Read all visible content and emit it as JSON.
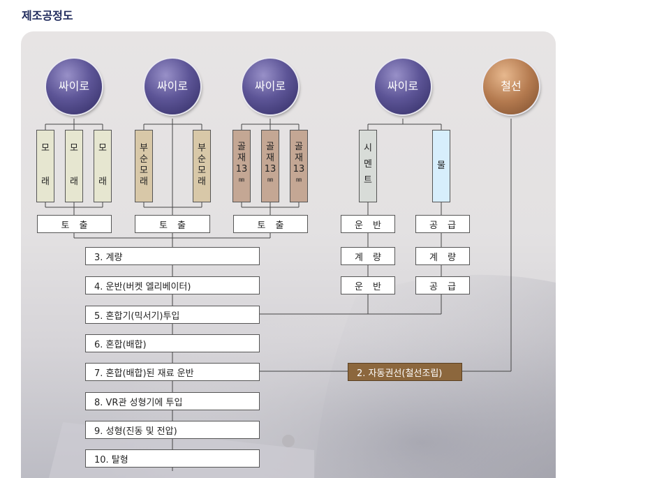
{
  "title": "제조공정도",
  "silos": [
    {
      "label": "싸이로"
    },
    {
      "label": "싸이로"
    },
    {
      "label": "싸이로"
    },
    {
      "label": "싸이로"
    },
    {
      "label": "철선"
    }
  ],
  "materials": {
    "sand": [
      {
        "top": "모",
        "bottom": "래"
      },
      {
        "top": "모",
        "bottom": "래"
      },
      {
        "top": "모",
        "bottom": "래"
      }
    ],
    "mixed_sand": [
      {
        "chars": [
          "부",
          "순",
          "모",
          "래"
        ]
      },
      {
        "chars": [
          "부",
          "순",
          "모",
          "래"
        ]
      }
    ],
    "aggregate": [
      {
        "chars": [
          "골",
          "재",
          "13"
        ],
        "unit": "㎜"
      },
      {
        "chars": [
          "골",
          "재",
          "13"
        ],
        "unit": "㎜"
      },
      {
        "chars": [
          "골",
          "재",
          "13"
        ],
        "unit": "㎜"
      }
    ],
    "cement": [
      "시",
      "멘",
      "트"
    ],
    "water": "물"
  },
  "discharge": [
    "토출",
    "토출",
    "토출"
  ],
  "cement_steps": [
    "운반",
    "계량",
    "운반"
  ],
  "water_steps": [
    "공급",
    "계량",
    "공급"
  ],
  "steps": [
    "3. 계량",
    "4. 운반(버켓 엘리베이터)",
    "5. 혼합기(믹서기)투입",
    "6. 혼합(배합)",
    "7. 혼합(배합)된 재료 운반",
    "8. VR관 성형기에 투입",
    "9. 성형(진동 및 전압)",
    "10. 탈형"
  ],
  "wire_step": "2. 자동권선(철선조립)"
}
